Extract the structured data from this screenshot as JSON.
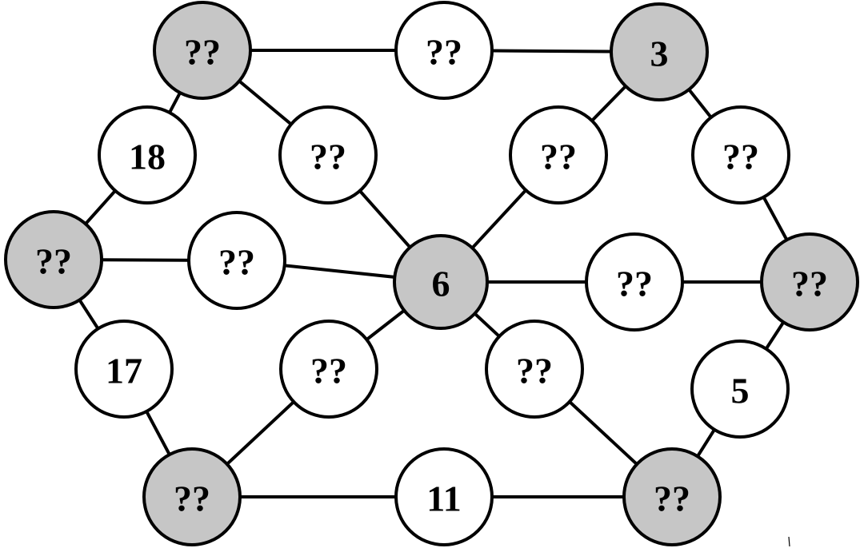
{
  "colors": {
    "shaded": "#c6c6c6",
    "unshaded": "#ffffff",
    "stroke": "#000000"
  },
  "nodes": [
    {
      "id": "top-left",
      "label": "??",
      "shaded": true
    },
    {
      "id": "top-middle",
      "label": "??",
      "shaded": false
    },
    {
      "id": "top-right",
      "label": "3",
      "shaded": true
    },
    {
      "id": "upper-left-edge",
      "label": "18",
      "shaded": false
    },
    {
      "id": "upper-left-spoke",
      "label": "??",
      "shaded": false
    },
    {
      "id": "upper-right-spoke",
      "label": "??",
      "shaded": false
    },
    {
      "id": "upper-right-edge",
      "label": "??",
      "shaded": false
    },
    {
      "id": "mid-left",
      "label": "??",
      "shaded": true
    },
    {
      "id": "mid-left-spoke",
      "label": "??",
      "shaded": false
    },
    {
      "id": "center",
      "label": "6",
      "shaded": true
    },
    {
      "id": "mid-right-spoke",
      "label": "??",
      "shaded": false
    },
    {
      "id": "mid-right",
      "label": "??",
      "shaded": true
    },
    {
      "id": "lower-left-edge",
      "label": "17",
      "shaded": false
    },
    {
      "id": "lower-left-spoke",
      "label": "??",
      "shaded": false
    },
    {
      "id": "lower-right-spoke",
      "label": "??",
      "shaded": false
    },
    {
      "id": "lower-right-edge",
      "label": "5",
      "shaded": false
    },
    {
      "id": "bottom-left",
      "label": "??",
      "shaded": true
    },
    {
      "id": "bottom-middle",
      "label": "11",
      "shaded": false
    },
    {
      "id": "bottom-right",
      "label": "??",
      "shaded": true
    }
  ],
  "edges": [
    [
      "top-left",
      "top-middle"
    ],
    [
      "top-middle",
      "top-right"
    ],
    [
      "top-left",
      "upper-left-edge"
    ],
    [
      "upper-left-edge",
      "mid-left"
    ],
    [
      "top-left",
      "upper-left-spoke"
    ],
    [
      "upper-left-spoke",
      "center"
    ],
    [
      "top-right",
      "upper-right-spoke"
    ],
    [
      "upper-right-spoke",
      "center"
    ],
    [
      "top-right",
      "upper-right-edge"
    ],
    [
      "upper-right-edge",
      "mid-right"
    ],
    [
      "mid-left",
      "mid-left-spoke"
    ],
    [
      "mid-left-spoke",
      "center"
    ],
    [
      "center",
      "mid-right-spoke"
    ],
    [
      "mid-right-spoke",
      "mid-right"
    ],
    [
      "mid-left",
      "lower-left-edge"
    ],
    [
      "lower-left-edge",
      "bottom-left"
    ],
    [
      "center",
      "lower-left-spoke"
    ],
    [
      "lower-left-spoke",
      "bottom-left"
    ],
    [
      "center",
      "lower-right-spoke"
    ],
    [
      "lower-right-spoke",
      "bottom-right"
    ],
    [
      "mid-right",
      "lower-right-edge"
    ],
    [
      "lower-right-edge",
      "bottom-right"
    ],
    [
      "bottom-left",
      "bottom-middle"
    ],
    [
      "bottom-middle",
      "bottom-right"
    ]
  ]
}
